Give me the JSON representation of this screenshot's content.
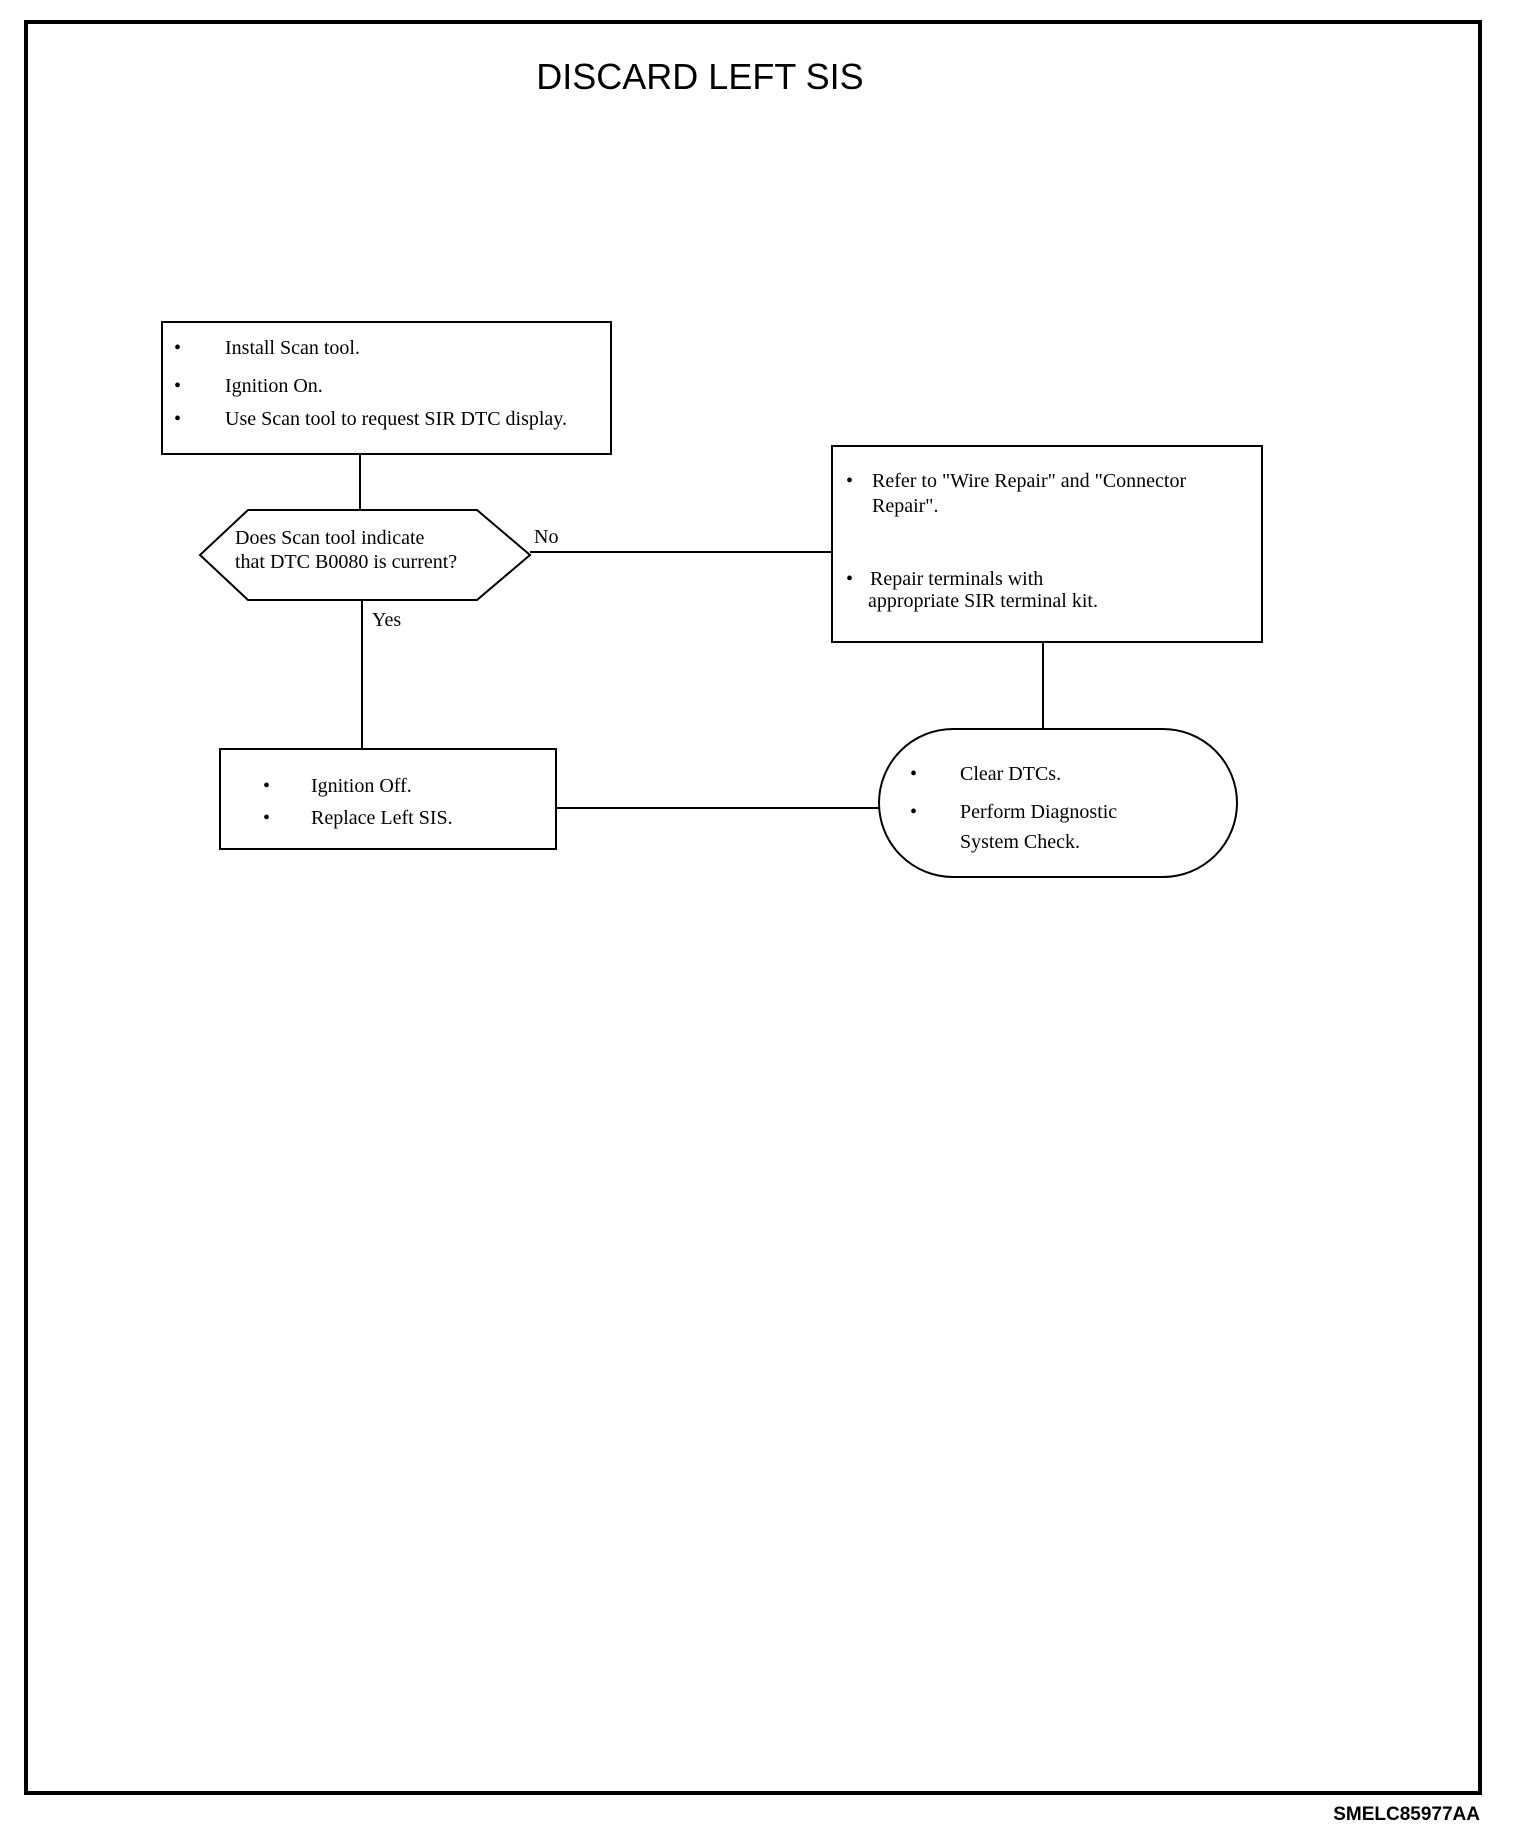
{
  "title": "DISCARD LEFT SIS",
  "document_id": "SMELC85977AA",
  "box_start": {
    "items": [
      "Install Scan tool.",
      "Ignition On.",
      "Use Scan tool to request SIR DTC display."
    ]
  },
  "decision": {
    "lines": [
      "Does Scan tool indicate",
      "that DTC B0080 is current?"
    ],
    "no_label": "No",
    "yes_label": "Yes"
  },
  "box_repair": {
    "item1_lines": [
      "Refer to \"Wire Repair\" and \"Connector",
      "Repair\"."
    ],
    "item2_lines": [
      "Repair terminals with",
      "appropriate SIR terminal kit."
    ]
  },
  "box_replace": {
    "items": [
      "Ignition Off.",
      "Replace Left SIS."
    ]
  },
  "box_end": {
    "item1": "Clear DTCs.",
    "item2_lines": [
      "Perform Diagnostic",
      "System Check."
    ]
  },
  "bullet": "•"
}
